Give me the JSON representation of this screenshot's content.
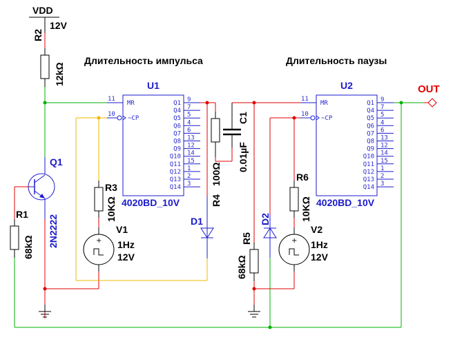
{
  "colors": {
    "wire_green": "#00b000",
    "wire_red": "#e00000",
    "wire_yellow": "#f0b800",
    "component_blue": "#1a1acc",
    "component_black": "#000000"
  },
  "titles": {
    "pulse_duration": "Длительность импульса",
    "pause_duration": "Длительность паузы"
  },
  "power": {
    "label": "VDD",
    "voltage": "12V"
  },
  "output": {
    "label": "OUT"
  },
  "resistors": {
    "R1": {
      "ref": "R1",
      "value": "68kΩ"
    },
    "R2": {
      "ref": "R2",
      "value": "12kΩ"
    },
    "R3": {
      "ref": "R3",
      "value": "10KΩ"
    },
    "R4": {
      "ref": "R4",
      "value": "100Ω"
    },
    "R5": {
      "ref": "R5",
      "value": "68kΩ"
    },
    "R6": {
      "ref": "R6",
      "value": "10KΩ"
    }
  },
  "capacitor": {
    "ref": "C1",
    "value": "0.01µF"
  },
  "transistor": {
    "ref": "Q1",
    "model": "2N2222"
  },
  "diodes": {
    "D1": "D1",
    "D2": "D2"
  },
  "sources": {
    "V1": {
      "ref": "V1",
      "freq": "1Hz",
      "amp": "12V"
    },
    "V2": {
      "ref": "V2",
      "freq": "1Hz",
      "amp": "12V"
    }
  },
  "chips": {
    "U1": {
      "ref": "U1",
      "model": "4020BD_10V"
    },
    "U2": {
      "ref": "U2",
      "model": "4020BD_10V"
    }
  },
  "chip_pins": {
    "left": [
      {
        "num": "11",
        "name": "MR"
      },
      {
        "num": "10",
        "name": "~CP"
      }
    ],
    "right": [
      {
        "num": "9",
        "name": "Q1"
      },
      {
        "num": "7",
        "name": "Q4"
      },
      {
        "num": "5",
        "name": "Q5"
      },
      {
        "num": "4",
        "name": "Q6"
      },
      {
        "num": "6",
        "name": "Q7"
      },
      {
        "num": "13",
        "name": "Q8"
      },
      {
        "num": "12",
        "name": "Q9"
      },
      {
        "num": "14",
        "name": "Q10"
      },
      {
        "num": "15",
        "name": "Q11"
      },
      {
        "num": "1",
        "name": "Q12"
      },
      {
        "num": "2",
        "name": "Q13"
      },
      {
        "num": "3",
        "name": "Q14"
      }
    ]
  }
}
